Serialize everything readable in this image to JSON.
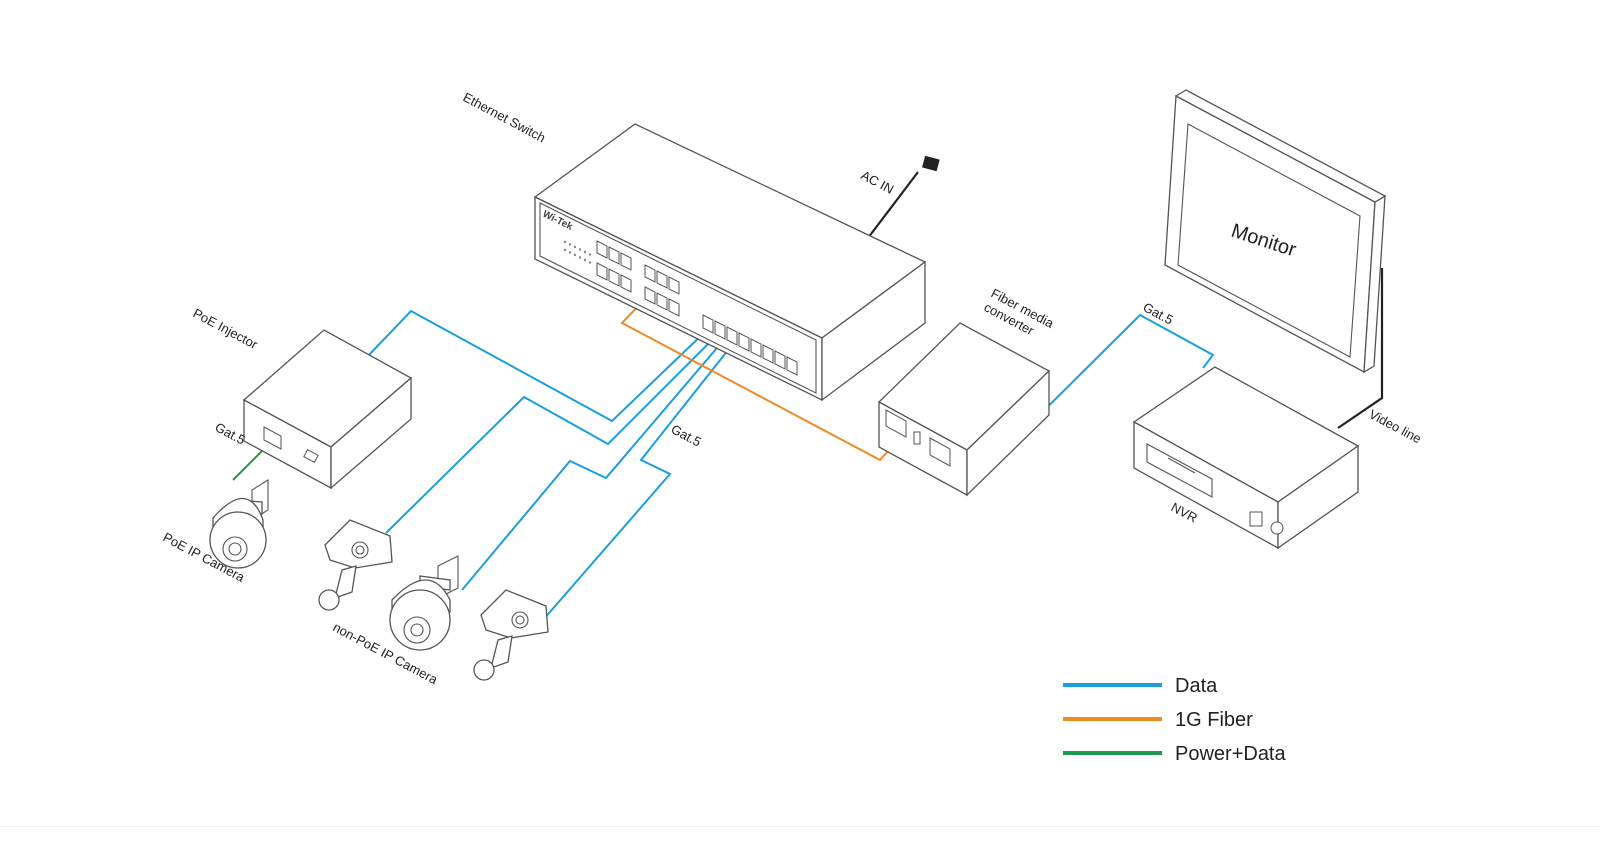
{
  "diagram": {
    "title": "Network topology: PoE / IP camera surveillance over Ethernet switch",
    "devices": {
      "switch": {
        "label": "Ethernet Switch",
        "brand": "Wi-Tek"
      },
      "ac_in": {
        "label": "AC IN"
      },
      "poe_injector": {
        "label": "PoE Injector"
      },
      "poe_camera": {
        "label": "PoE IP Camera"
      },
      "non_poe_cameras": {
        "label": "non-PoE IP Camera"
      },
      "fiber_converter": {
        "label_line1": "Fiber media",
        "label_line2": "converter"
      },
      "monitor": {
        "label": "Monitor"
      },
      "nvr": {
        "label": "NVR"
      },
      "video_line": {
        "label": "Video line"
      }
    },
    "cable_labels": {
      "injector_cable": "Gat.5",
      "camera_cable": "Gat.5",
      "nvr_cable": "Gat.5"
    },
    "colors": {
      "data": "#1a9ee0",
      "fiber": "#f08a24",
      "power_data": "#1c9a4c",
      "outline": "#555555"
    },
    "legend": [
      {
        "label": "Data",
        "color": "#1a9ee0"
      },
      {
        "label": "1G Fiber",
        "color": "#f08a24"
      },
      {
        "label": "Power+Data",
        "color": "#1c9a4c"
      }
    ]
  }
}
